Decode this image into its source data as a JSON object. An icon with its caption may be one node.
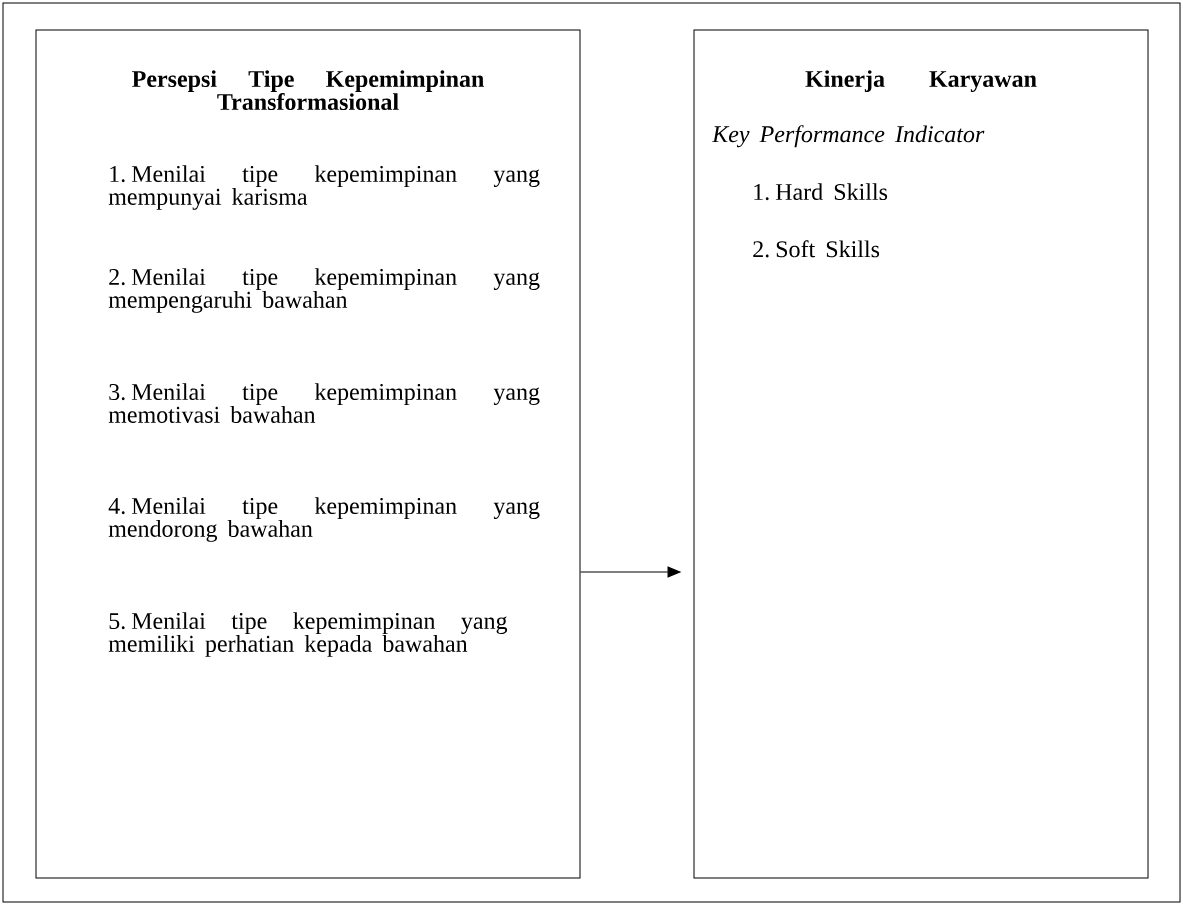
{
  "diagram": {
    "nodes": [
      {
        "text": [
          "Persepsi Tipe Kepemimpinan Transformasional",
          "1. Menilai tipe kepemimpinan yang mempunyai karisma",
          "2. Menilai tipe kepemimpinan yang mempengaruhi bawahan",
          "3. Menilai tipe kepemimpinan yang memotivasi bawahan",
          "4. Menilai tipe kepemimpinan yang mendorong bawahan",
          "5. Menilai tipe kepemimpinan yang memiliki perhatian kepada bawahan"
        ]
      },
      {
        "text": [
          "Kinerja Karyawan",
          "Key Performance Indicator",
          "1. Hard Skills",
          "2. Soft Skills"
        ]
      }
    ],
    "edges": [
      {
        "from": 0,
        "to": 1,
        "arrow": "to"
      }
    ]
  }
}
